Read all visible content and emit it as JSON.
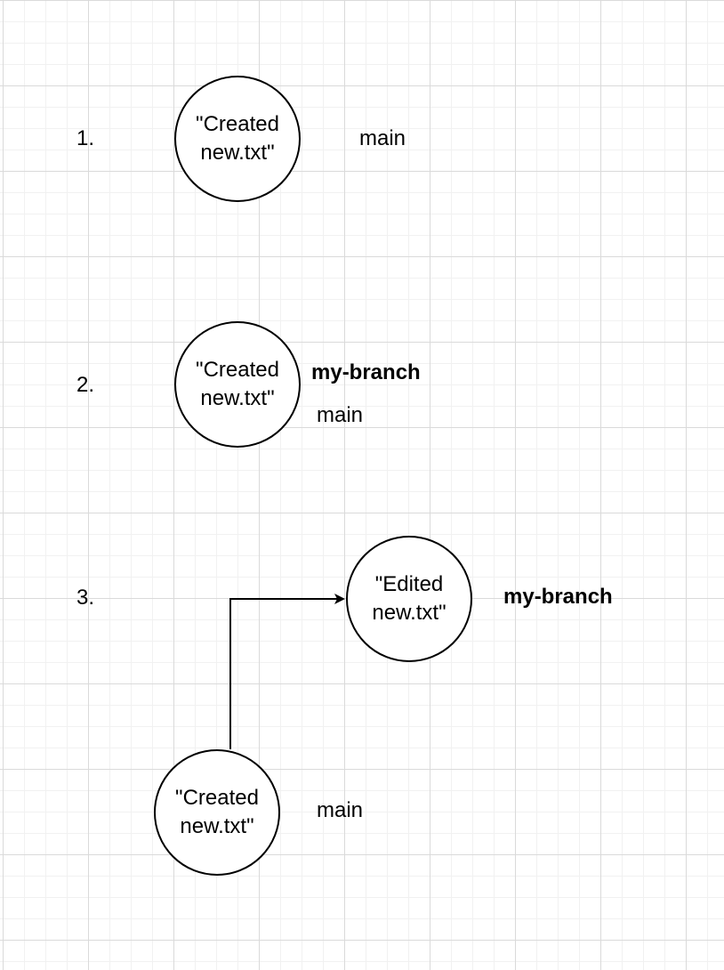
{
  "steps": [
    {
      "number": "1.",
      "commits": [
        {
          "line1": "\"Created",
          "line2": "new.txt\""
        }
      ],
      "refs": {
        "main": "main"
      }
    },
    {
      "number": "2.",
      "commits": [
        {
          "line1": "\"Created",
          "line2": "new.txt\""
        }
      ],
      "refs": {
        "branch": "my-branch",
        "main": "main"
      }
    },
    {
      "number": "3.",
      "commits": [
        {
          "line1": "\"Edited",
          "line2": "new.txt\""
        },
        {
          "line1": "\"Created",
          "line2": "new.txt\""
        }
      ],
      "refs": {
        "branch": "my-branch",
        "main": "main"
      }
    }
  ]
}
